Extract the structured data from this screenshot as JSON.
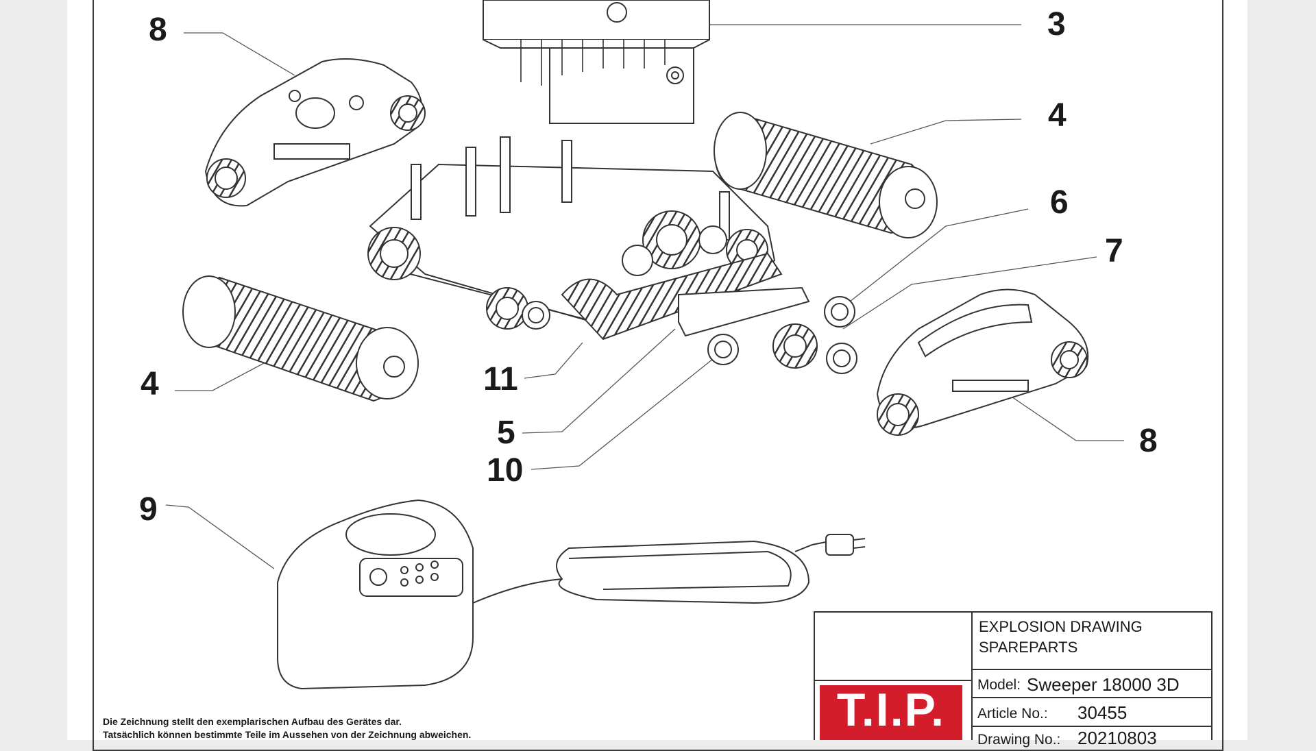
{
  "callouts": [
    {
      "id": "8-top-left",
      "text": "8"
    },
    {
      "id": "3",
      "text": "3"
    },
    {
      "id": "4-top-right",
      "text": "4"
    },
    {
      "id": "6",
      "text": "6"
    },
    {
      "id": "7",
      "text": "7"
    },
    {
      "id": "4-left",
      "text": "4"
    },
    {
      "id": "11",
      "text": "11"
    },
    {
      "id": "5",
      "text": "5"
    },
    {
      "id": "10",
      "text": "10"
    },
    {
      "id": "8-right",
      "text": "8"
    },
    {
      "id": "9",
      "text": "9"
    }
  ],
  "notes": {
    "line1": "Die Zeichnung stellt den exemplarischen Aufbau des Gerätes dar.",
    "line2": "Tatsächlich können bestimmte Teile im Aussehen von der Zeichnung abweichen."
  },
  "title_block": {
    "heading1": "EXPLOSION DRAWING",
    "heading2": "SPAREPARTS",
    "model_label": "Model:",
    "model_value": "Sweeper 18000 3D",
    "article_label": "Article No.:",
    "article_value": "30455",
    "drawing_label": "Drawing No.:",
    "drawing_value": "20210803",
    "logo": "T.I.P."
  },
  "colors": {
    "brand_red": "#d31d2a",
    "line": "#333333",
    "paper": "#ffffff"
  }
}
